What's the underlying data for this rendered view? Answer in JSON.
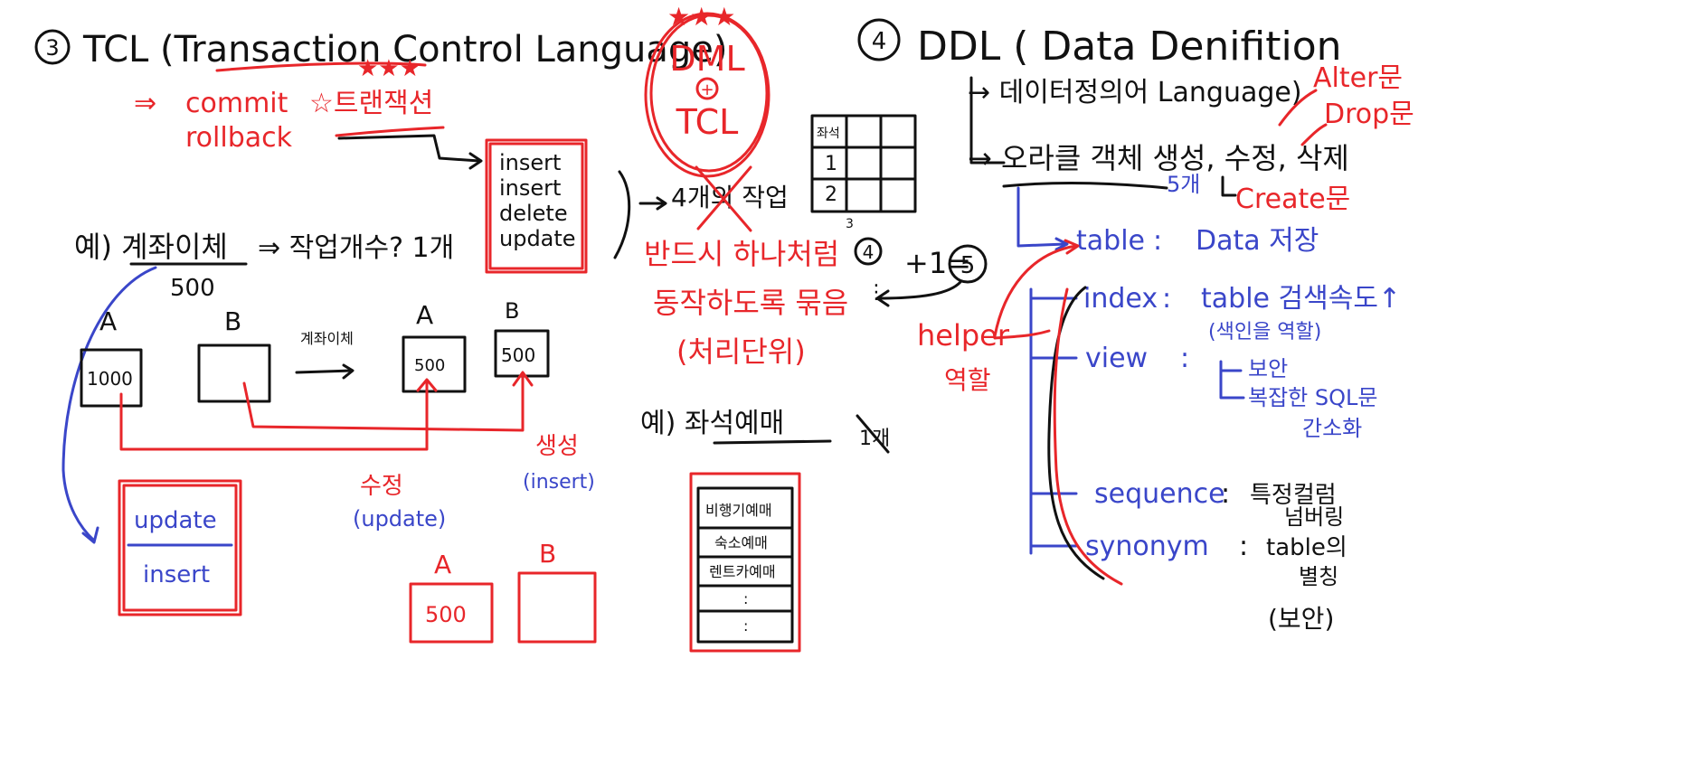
{
  "tcl": {
    "number": "3",
    "title": "TCL (Transaction Control Language)",
    "stars": "★★★",
    "commit": "commit",
    "rollback": "rollback",
    "transaction": "☆트랜잭션",
    "ops": [
      "insert",
      "insert",
      "delete",
      "update"
    ],
    "four_tasks": "4개의 작업",
    "must_one": "반드시 하나처럼",
    "must_work": "동작하도록 묶음",
    "unit": "(처리단위)",
    "ex_label": "예) 계좌이체",
    "ex_q": "⇒ 작업개수? 1개",
    "ex_amount": "500",
    "acct_a": "A",
    "acct_b": "B",
    "transfer": "계좌이체",
    "val_a_before": "1000",
    "val_a_after": "500",
    "val_b_after": "500",
    "modify": "수정",
    "modify_en": "(update)",
    "insert_ko": "생성",
    "insert_en": "(insert)",
    "box_update": "update",
    "box_insert": "insert",
    "result_a": "A",
    "result_b": "B",
    "result_val": "500",
    "reserve_label": "예) 좌석예매",
    "reserve_rows": [
      "비행기예매",
      "숙소예매",
      "렌트카예매",
      ":",
      ":"
    ],
    "reserve_count": "1개",
    "grid_header": "좌석",
    "grid_rows": [
      "1",
      "2"
    ],
    "grid_note": "3",
    "four_circle": "4",
    "plus_one": "+1=",
    "five_circle": "5"
  },
  "dml_tcl": {
    "stars": "★★★",
    "dml": "DML",
    "plus": "+",
    "tcl": "TCL"
  },
  "ddl": {
    "number": "4",
    "title": "DDL ( Data Denifition",
    "desc": "→ 데이터정의어 Language)",
    "oracle": "→ 오라클 객체 생성, 수정, 삭제",
    "five": "5개",
    "alter": "Alter문",
    "drop": "Drop문",
    "create": "Create문",
    "helper": "helper",
    "role": "역할",
    "objects": [
      {
        "name": "table",
        "desc": "Data 저장"
      },
      {
        "name": "index",
        "desc": "table 검색속도↑"
      },
      {
        "name": "view",
        "desc": ""
      },
      {
        "name": "sequence",
        "desc": "특정컬럼"
      },
      {
        "name": "synonym",
        "desc": "table의"
      }
    ],
    "index_note": "(색인을 역할)",
    "view_notes": [
      "보안",
      "복잡한 SQL문",
      "간소화"
    ],
    "sequence_note": "넘버링",
    "synonym_notes": [
      "별칭",
      "(보안)"
    ]
  },
  "colors": {
    "ink": "#111111",
    "red": "#e8262a",
    "blue": "#3a46c9",
    "bg": "#ffffff"
  }
}
